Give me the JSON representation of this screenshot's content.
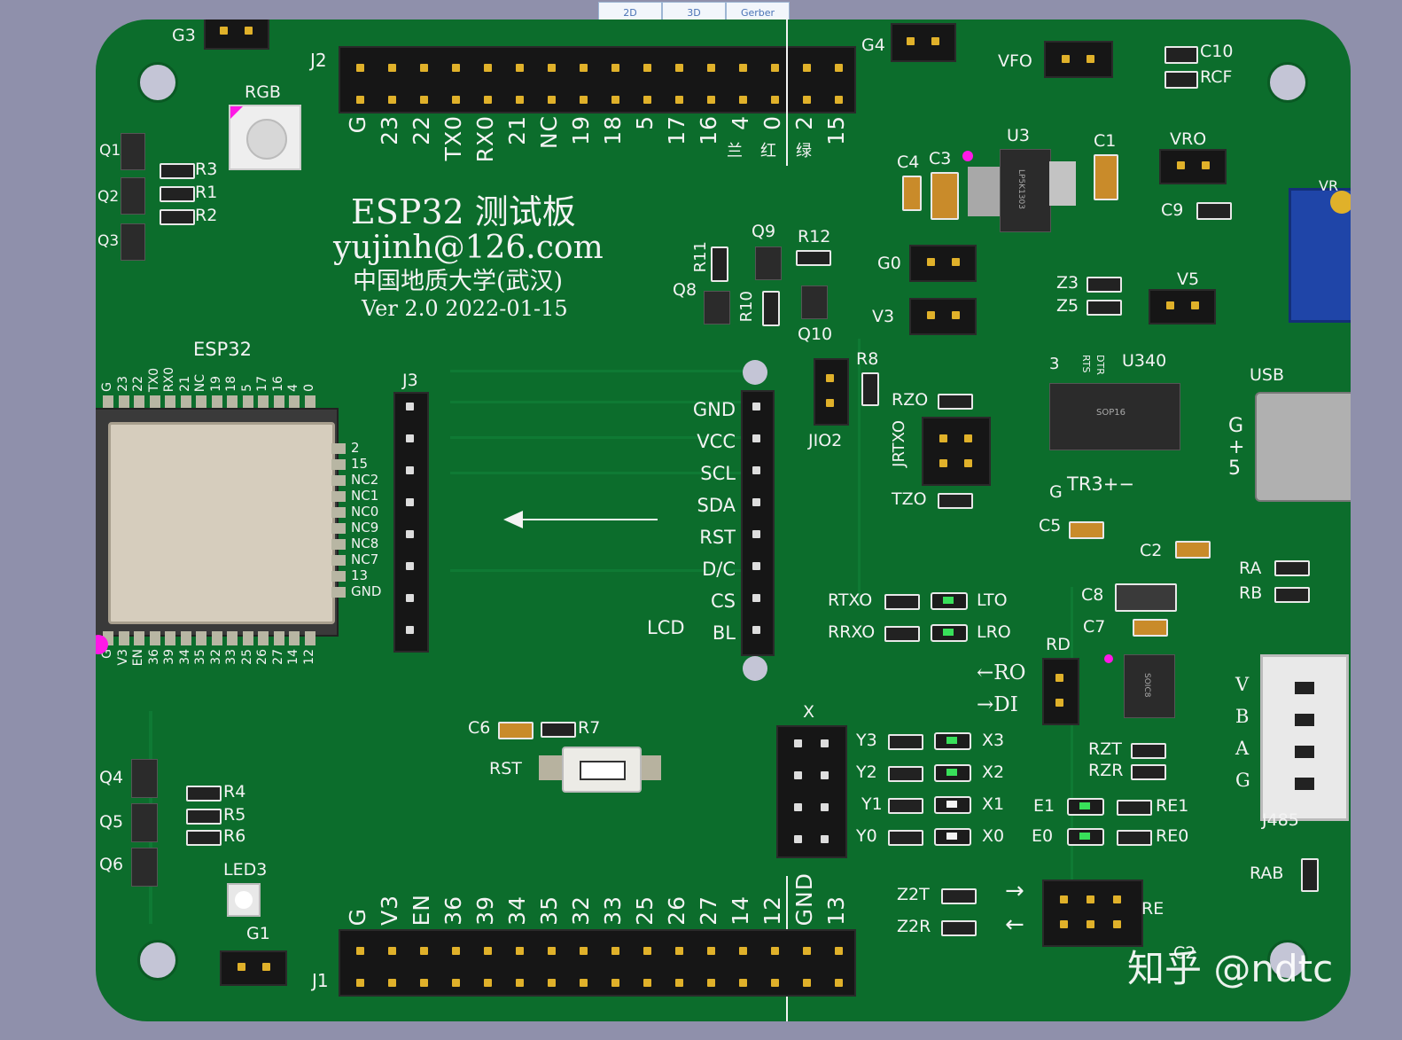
{
  "tabs": [
    "2D",
    "3D",
    "Gerber"
  ],
  "title": {
    "line1": "ESP32 测试板",
    "line2": "yujinh@126.com",
    "line3": "中国地质大学(武汉)",
    "line4": "Ver 2.0   2022-01-15"
  },
  "j2": {
    "name": "J2",
    "labels": [
      "G",
      "23",
      "22",
      "TX0",
      "RX0",
      "21",
      "NC",
      "19",
      "18",
      "5",
      "17",
      "16",
      "4",
      "0",
      "2",
      "15"
    ]
  },
  "j1": {
    "name": "J1",
    "labels": [
      "G",
      "V3",
      "EN",
      "36",
      "39",
      "34",
      "35",
      "32",
      "33",
      "25",
      "26",
      "27",
      "14",
      "12",
      "GND",
      "13"
    ]
  },
  "j2_color_marks": [
    "兰",
    "红",
    "绿"
  ],
  "esp32": {
    "name": "ESP32",
    "top_pins": [
      "G",
      "23",
      "22",
      "TX0",
      "RX0",
      "21",
      "NC",
      "19",
      "18",
      "5",
      "17",
      "16",
      "4",
      "0"
    ],
    "right_pins": [
      "2",
      "15",
      "NC2",
      "NC1",
      "NC0",
      "NC9",
      "NC8",
      "NC7",
      "13",
      "GND"
    ],
    "bottom_pins": [
      "G",
      "V3",
      "EN",
      "36",
      "39",
      "34",
      "35",
      "32",
      "33",
      "25",
      "26",
      "27",
      "14",
      "12"
    ]
  },
  "j3": {
    "name": "J3"
  },
  "lcd": {
    "name": "LCD",
    "pins": [
      "GND",
      "VCC",
      "SCL",
      "SDA",
      "RST",
      "D/C",
      "CS",
      "BL"
    ]
  },
  "labels": {
    "g3": "G3",
    "g4": "G4",
    "g0": "G0",
    "v3": "V3",
    "vfo": "VFO",
    "vro": "VRO",
    "v5": "V5",
    "rgb": "RGB",
    "u3": "U3",
    "u340": "U340",
    "usb": "USB",
    "c1": "C1",
    "c3": "C3",
    "c4": "C4",
    "c9": "C9",
    "c10": "C10",
    "rcf": "RCF",
    "c2": "C2",
    "c5": "C5",
    "c6": "C6",
    "c7": "C7",
    "c8": "C8",
    "cz": "C2",
    "q1": "Q1",
    "q2": "Q2",
    "q3": "Q3",
    "q4": "Q4",
    "q5": "Q5",
    "q6": "Q6",
    "q8": "Q8",
    "q9": "Q9",
    "q10": "Q10",
    "r1": "R1",
    "r2": "R2",
    "r3": "R3",
    "r4": "R4",
    "r5": "R5",
    "r6": "R6",
    "r7": "R7",
    "r8": "R8",
    "r10": "R10",
    "r11": "R11",
    "r12": "R12",
    "jio2": "JIO2",
    "rzo": "RZO",
    "tzo": "TZO",
    "jrtxo": "JRTXO",
    "z3": "Z3",
    "z5": "Z5",
    "tr3": "TR3+−",
    "g_u340": "G",
    "rts": "RTS",
    "dtr": "DTR",
    "u340_3": "3",
    "usb_g": "G",
    "usb_plus": "+",
    "usb_5": "5",
    "ra": "RA",
    "rb": "RB",
    "rd": "RD",
    "ro": "←RO",
    "di": "→DI",
    "rtxo": "RTXO",
    "ltxo": "LTO",
    "rrxo": "RRXO",
    "lro": "LRO",
    "rst": "RST",
    "x": "X",
    "y3": "Y3",
    "y2": "Y2",
    "y1": "Y1",
    "y0": "Y0",
    "x3": "X3",
    "x2": "X2",
    "x1": "X1",
    "x0": "X0",
    "rzt": "RZT",
    "rzr": "RZR",
    "e1": "E1",
    "e0": "E0",
    "re1": "RE1",
    "re0": "RE0",
    "j485": "J485",
    "v485": "V",
    "b485": "B",
    "a485": "A",
    "g485": "G",
    "rab": "RAB",
    "z2t": "Z2T",
    "z2r": "Z2R",
    "re": "RE",
    "led3": "LED3",
    "g1": "G1",
    "arrow_right": "→",
    "arrow_left": "←",
    "u3_chip": "LP5K1303",
    "u340_chip": "SOP16",
    "rs485_chip": "SOIC8",
    "vr_partial": "VR",
    "watermark": "知乎 @ndtc"
  },
  "colors": {
    "board": "#0c6d2c",
    "background": "#8f90ab",
    "silkscreen": "#f3f3f3",
    "pin_gold": "#e0b12a",
    "marker_magenta": "#ff18e6",
    "led_green": "#38e05a"
  }
}
